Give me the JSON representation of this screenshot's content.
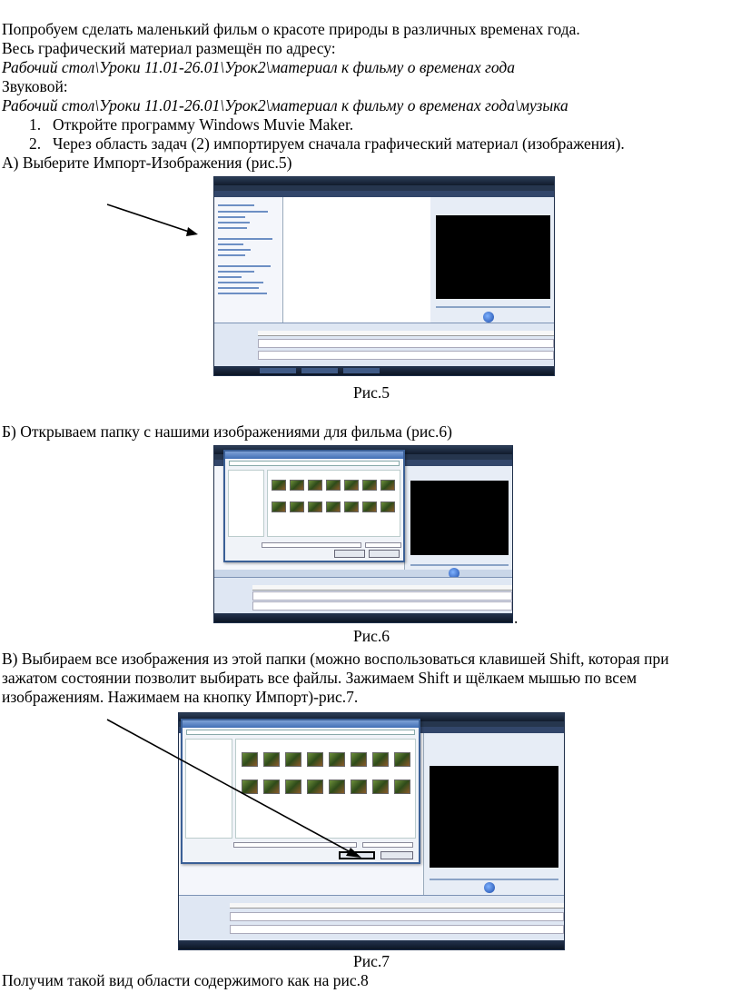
{
  "paragraphs": {
    "intro": "Попробуем сделать маленький фильм о красоте природы в различных временах года.",
    "graphics_location": "Весь графический материал размещён по адресу:",
    "graphics_path": "Рабочий стол\\Уроки 11.01-26.01\\Урок2\\материал к фильму о временах года",
    "sound_label": "Звуковой:",
    "sound_path": "Рабочий стол\\Уроки 11.01-26.01\\Урок2\\материал к фильму о временах года\\музыка"
  },
  "steps": [
    {
      "num": "1.",
      "text": "Откройте программу Windows Muvie Maker."
    },
    {
      "num": "2.",
      "text": "Через область задач (2) импортируем сначала графический материал (изображения)."
    }
  ],
  "sections": {
    "a": "А) Выберите Импорт-Изображения (рис.5)",
    "b": "Б) Открываем папку с нашими изображениями для фильма (рис.6)",
    "b_dot": ".",
    "v_line1": "В) Выбираем все изображения из этой папки (можно воспользоваться клавишей Shift, которая при",
    "v_line2": "зажатом состоянии позволит выбирать все файлы. Зажимаем Shift и щёлкаем мышью по всем",
    "v_line3": "изображениям. Нажимаем на кнопку Импорт)-рис.7.",
    "result": "Получим такой вид области содержимого как на рис.8"
  },
  "captions": {
    "fig5": "Рис.5",
    "fig6": "Рис.6",
    "fig7": "Рис.7"
  },
  "figure_colors": {
    "window_frame": "#1f2f4a",
    "preview_monitor": "#000000",
    "dialog_border": "#3a5f96"
  }
}
